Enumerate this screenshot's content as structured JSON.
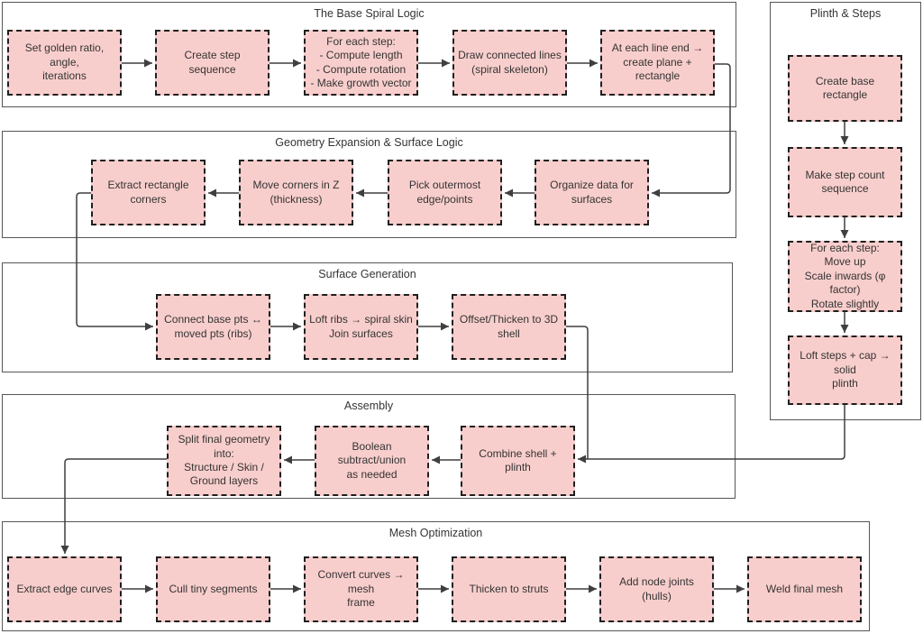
{
  "sections": {
    "base_spiral": {
      "title": "The Base Spiral Logic"
    },
    "geometry": {
      "title": "Geometry Expansion & Surface Logic"
    },
    "surface": {
      "title": "Surface Generation"
    },
    "assembly": {
      "title": "Assembly"
    },
    "mesh": {
      "title": "Mesh Optimization"
    },
    "plinth": {
      "title": "Plinth & Steps"
    }
  },
  "nodes": {
    "set_golden_ratio": {
      "label": "Set golden ratio, angle,\niterations"
    },
    "create_step_seq": {
      "label": "Create step sequence"
    },
    "for_each_step": {
      "label": "For each step:\n- Compute length\n- Compute rotation\n- Make growth vector"
    },
    "draw_lines": {
      "label": "Draw connected lines\n(spiral skeleton)"
    },
    "at_each_line_end": {
      "label": "At each line end →\ncreate plane +\nrectangle"
    },
    "extract_corners": {
      "label": "Extract rectangle\ncorners"
    },
    "move_corners_z": {
      "label": "Move corners in Z\n(thickness)"
    },
    "pick_outermost": {
      "label": "Pick outermost\nedge/points"
    },
    "organize_data": {
      "label": "Organize data for\nsurfaces"
    },
    "connect_base_pts": {
      "label": "Connect base pts ↔\nmoved pts (ribs)"
    },
    "loft_ribs": {
      "label": "Loft ribs → spiral skin\nJoin surfaces"
    },
    "offset_thicken": {
      "label": "Offset/Thicken to 3D\nshell"
    },
    "split_geometry": {
      "label": "Split final geometry\ninto:\nStructure / Skin /\nGround layers"
    },
    "boolean_ops": {
      "label": "Boolean subtract/union\nas needed"
    },
    "combine_shell": {
      "label": "Combine shell + plinth"
    },
    "extract_edges": {
      "label": "Extract edge curves"
    },
    "cull_segments": {
      "label": "Cull tiny segments"
    },
    "convert_curves": {
      "label": "Convert curves → mesh\nframe"
    },
    "thicken_struts": {
      "label": "Thicken to struts"
    },
    "add_node_joints": {
      "label": "Add node joints (hulls)"
    },
    "weld_mesh": {
      "label": "Weld final mesh"
    },
    "create_base_rect": {
      "label": "Create base rectangle"
    },
    "make_step_count": {
      "label": "Make step count\nsequence"
    },
    "plinth_each_step": {
      "label": "For each step:\nMove up\nScale inwards (φ factor)\nRotate slightly"
    },
    "loft_steps_cap": {
      "label": "Loft steps + cap → solid\nplinth"
    }
  },
  "colors": {
    "node_fill": "#f8cecc",
    "node_border": "#1f1f1f",
    "section_border": "#565656",
    "connector": "#3f3f3f",
    "text": "#343434"
  }
}
